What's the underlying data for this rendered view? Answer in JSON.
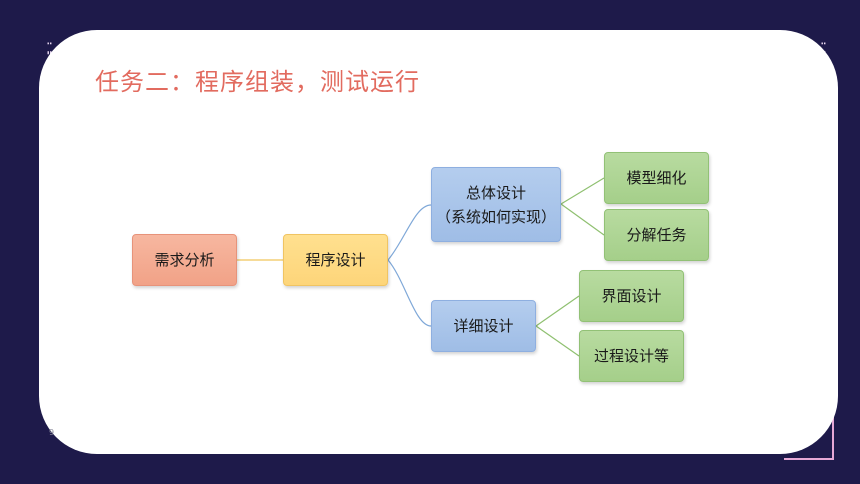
{
  "slide": {
    "title": "任务二：程序组装，测试运行",
    "page_number": "9"
  },
  "diagram": {
    "nodes": {
      "requirements": "需求分析",
      "program_design": "程序设计",
      "overall_design_line1": "总体设计",
      "overall_design_line2": "（系统如何实现）",
      "detailed_design": "详细设计",
      "model_refine": "模型细化",
      "decompose_tasks": "分解任务",
      "ui_design": "界面设计",
      "process_design": "过程设计等"
    }
  },
  "colors": {
    "background": "#1e1a4a",
    "title": "#e26b5f",
    "node_red": "#f1a287",
    "node_yellow": "#fdd57a",
    "node_blue": "#9fbde6",
    "node_green": "#a5cf8a"
  }
}
